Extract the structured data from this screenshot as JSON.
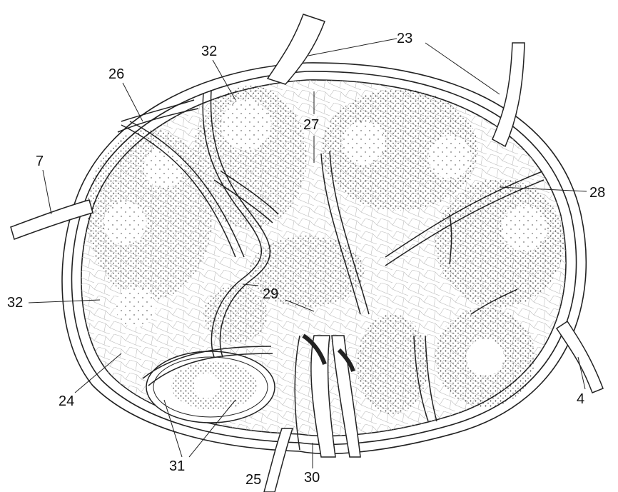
{
  "labels": {
    "l23": "23",
    "l32a": "32",
    "l26": "26",
    "l27": "27",
    "l7": "7",
    "l28": "28",
    "l29": "29",
    "l32b": "32",
    "l24": "24",
    "l4": "4",
    "l31": "31",
    "l25": "25",
    "l30": "30"
  }
}
